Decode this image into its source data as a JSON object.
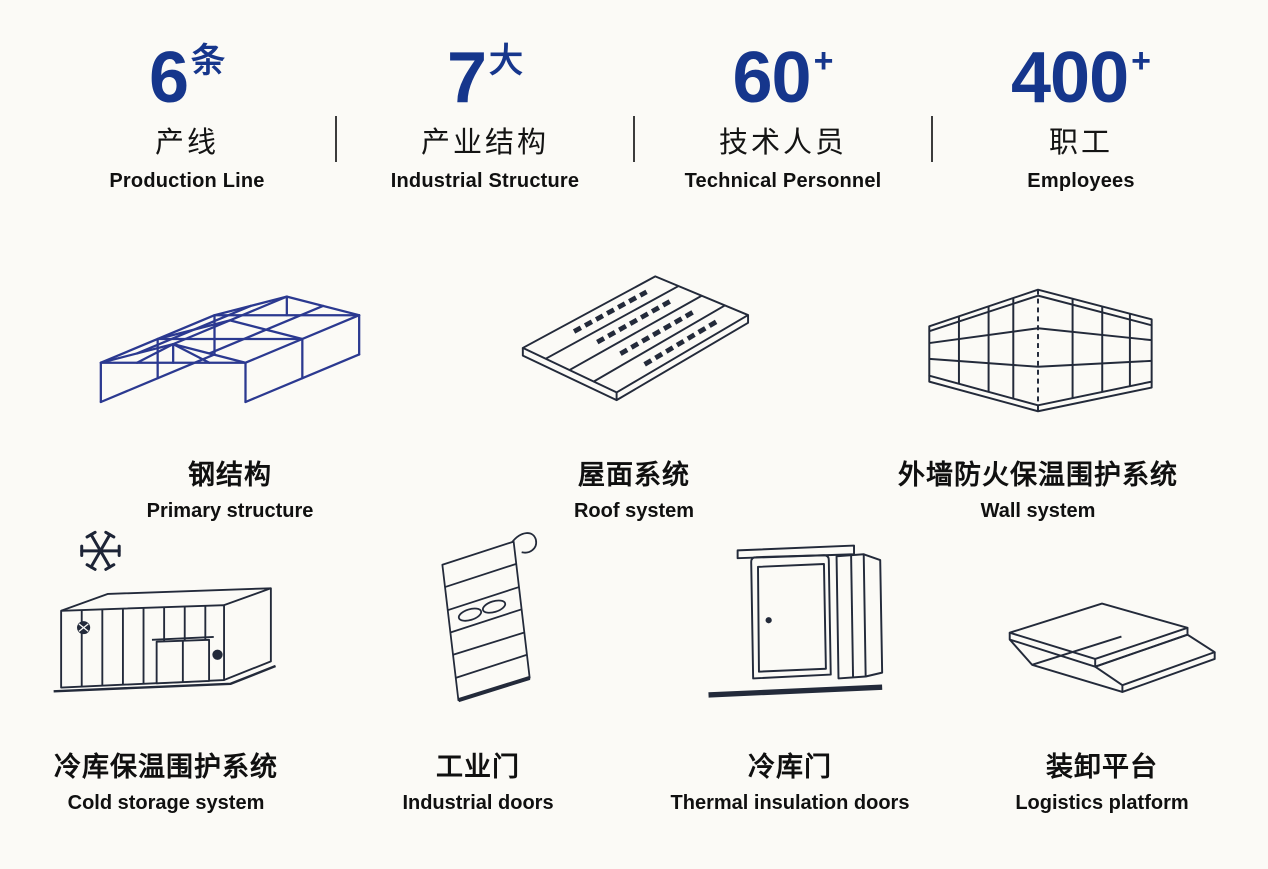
{
  "colors": {
    "accent_blue": "#16368c",
    "steel_line_blue": "#2b3990",
    "illustration_ink": "#232a3a",
    "text": "#101010",
    "background": "#fbfaf6"
  },
  "stats": [
    {
      "value": "6",
      "unit": "条",
      "label_zh": "产线",
      "label_en": "Production Line"
    },
    {
      "value": "7",
      "unit": "大",
      "label_zh": "产业结构",
      "label_en": "Industrial Structure"
    },
    {
      "value": "60",
      "unit": "+",
      "label_zh": "技术人员",
      "label_en": "Technical Personnel"
    },
    {
      "value": "400",
      "unit": "+",
      "label_zh": "职工",
      "label_en": "Employees"
    }
  ],
  "products": {
    "row1": [
      {
        "icon": "steel-structure-icon",
        "label_zh": "钢结构",
        "label_en": "Primary structure"
      },
      {
        "icon": "roof-system-icon",
        "label_zh": "屋面系统",
        "label_en": "Roof system"
      },
      {
        "icon": "wall-system-icon",
        "label_zh": "外墙防火保温围护系统",
        "label_en": "Wall system"
      }
    ],
    "row2": [
      {
        "icon": "cold-storage-icon",
        "label_zh": "冷库保温围护系统",
        "label_en": "Cold storage system"
      },
      {
        "icon": "industrial-door-icon",
        "label_zh": "工业门",
        "label_en": "Industrial doors"
      },
      {
        "icon": "thermal-door-icon",
        "label_zh": "冷库门",
        "label_en": "Thermal insulation doors"
      },
      {
        "icon": "dock-leveler-icon",
        "label_zh": "装卸平台",
        "label_en": "Logistics platform"
      }
    ]
  }
}
